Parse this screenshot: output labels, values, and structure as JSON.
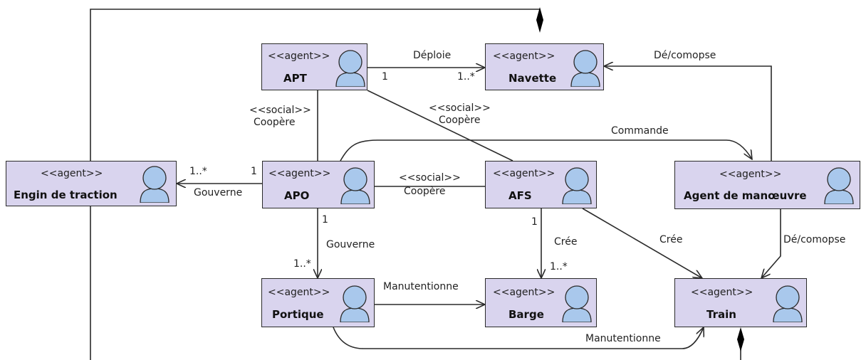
{
  "stereotype": "<<agent>>",
  "agents": {
    "apt": "APT",
    "navette": "Navette",
    "engin": "Engin de traction",
    "apo": "APO",
    "afs": "AFS",
    "manoeuvre": "Agent de manœuvre",
    "portique": "Portique",
    "barge": "Barge",
    "train": "Train"
  },
  "relations": {
    "deploie": "Déploie",
    "decompose_navette": "Dé/comopse",
    "social_apt_apo": "<<social>>",
    "coopere_apt_apo": "Coopère",
    "social_apt_afs": "<<social>>",
    "coopere_apt_afs": "Coopère",
    "commande": "Commande",
    "gouverne_engin": "Gouverne",
    "social_apo_afs": "<<social>>",
    "coopere_apo_afs": "Coopère",
    "gouverne_portique": "Gouverne",
    "cree_barge": "Crée",
    "cree_train": "Crée",
    "decompose_train": "Dé/comopse",
    "manutentionne_barge": "Manutentionne",
    "manutentionne_train": "Manutentionne"
  },
  "multiplicities": {
    "apt_one": "1",
    "navette_many": "1..*",
    "engin_many": "1..*",
    "apo_one_left": "1",
    "apo_one_bottom": "1",
    "portique_many": "1..*",
    "afs_one": "1",
    "barge_many": "1..*"
  },
  "colors": {
    "box_fill": "#d9d4ee",
    "actor_fill": "#a9c8ec",
    "stroke": "#2a2a2a"
  },
  "icon": "actor-icon"
}
